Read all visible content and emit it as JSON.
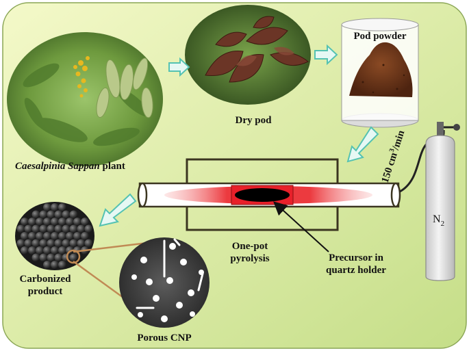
{
  "labels": {
    "plant_italic": "Caesalpinia Sappan",
    "plant_suffix": " plant",
    "dry_pod": "Dry pod",
    "pod_powder": "Pod powder",
    "flow_rate_base": "150 cm",
    "flow_rate_sup": "3",
    "flow_rate_unit": "/min",
    "gas_base": "N",
    "gas_sub": "2",
    "pyrolysis_line1": "One-pot",
    "pyrolysis_line2": "pyrolysis",
    "precursor_line1": "Precursor in",
    "precursor_line2": "quartz holder",
    "carbon_line1": "Carbonized",
    "carbon_line2": "product",
    "porous": "Porous CNP"
  },
  "colors": {
    "background_gradient_start": "#f4f9c6",
    "background_gradient_end": "#c7e08b",
    "arrow_fill": "#e6f8f4",
    "arrow_stroke": "#54c2b2",
    "furnace_glow": "#e8202a",
    "tube_outline": "#3b3520",
    "cylinder_gray": "#dcdcdc"
  },
  "icons": {
    "flow_arrow": "block-arrow-icon",
    "pointer": "line-arrow-icon"
  }
}
